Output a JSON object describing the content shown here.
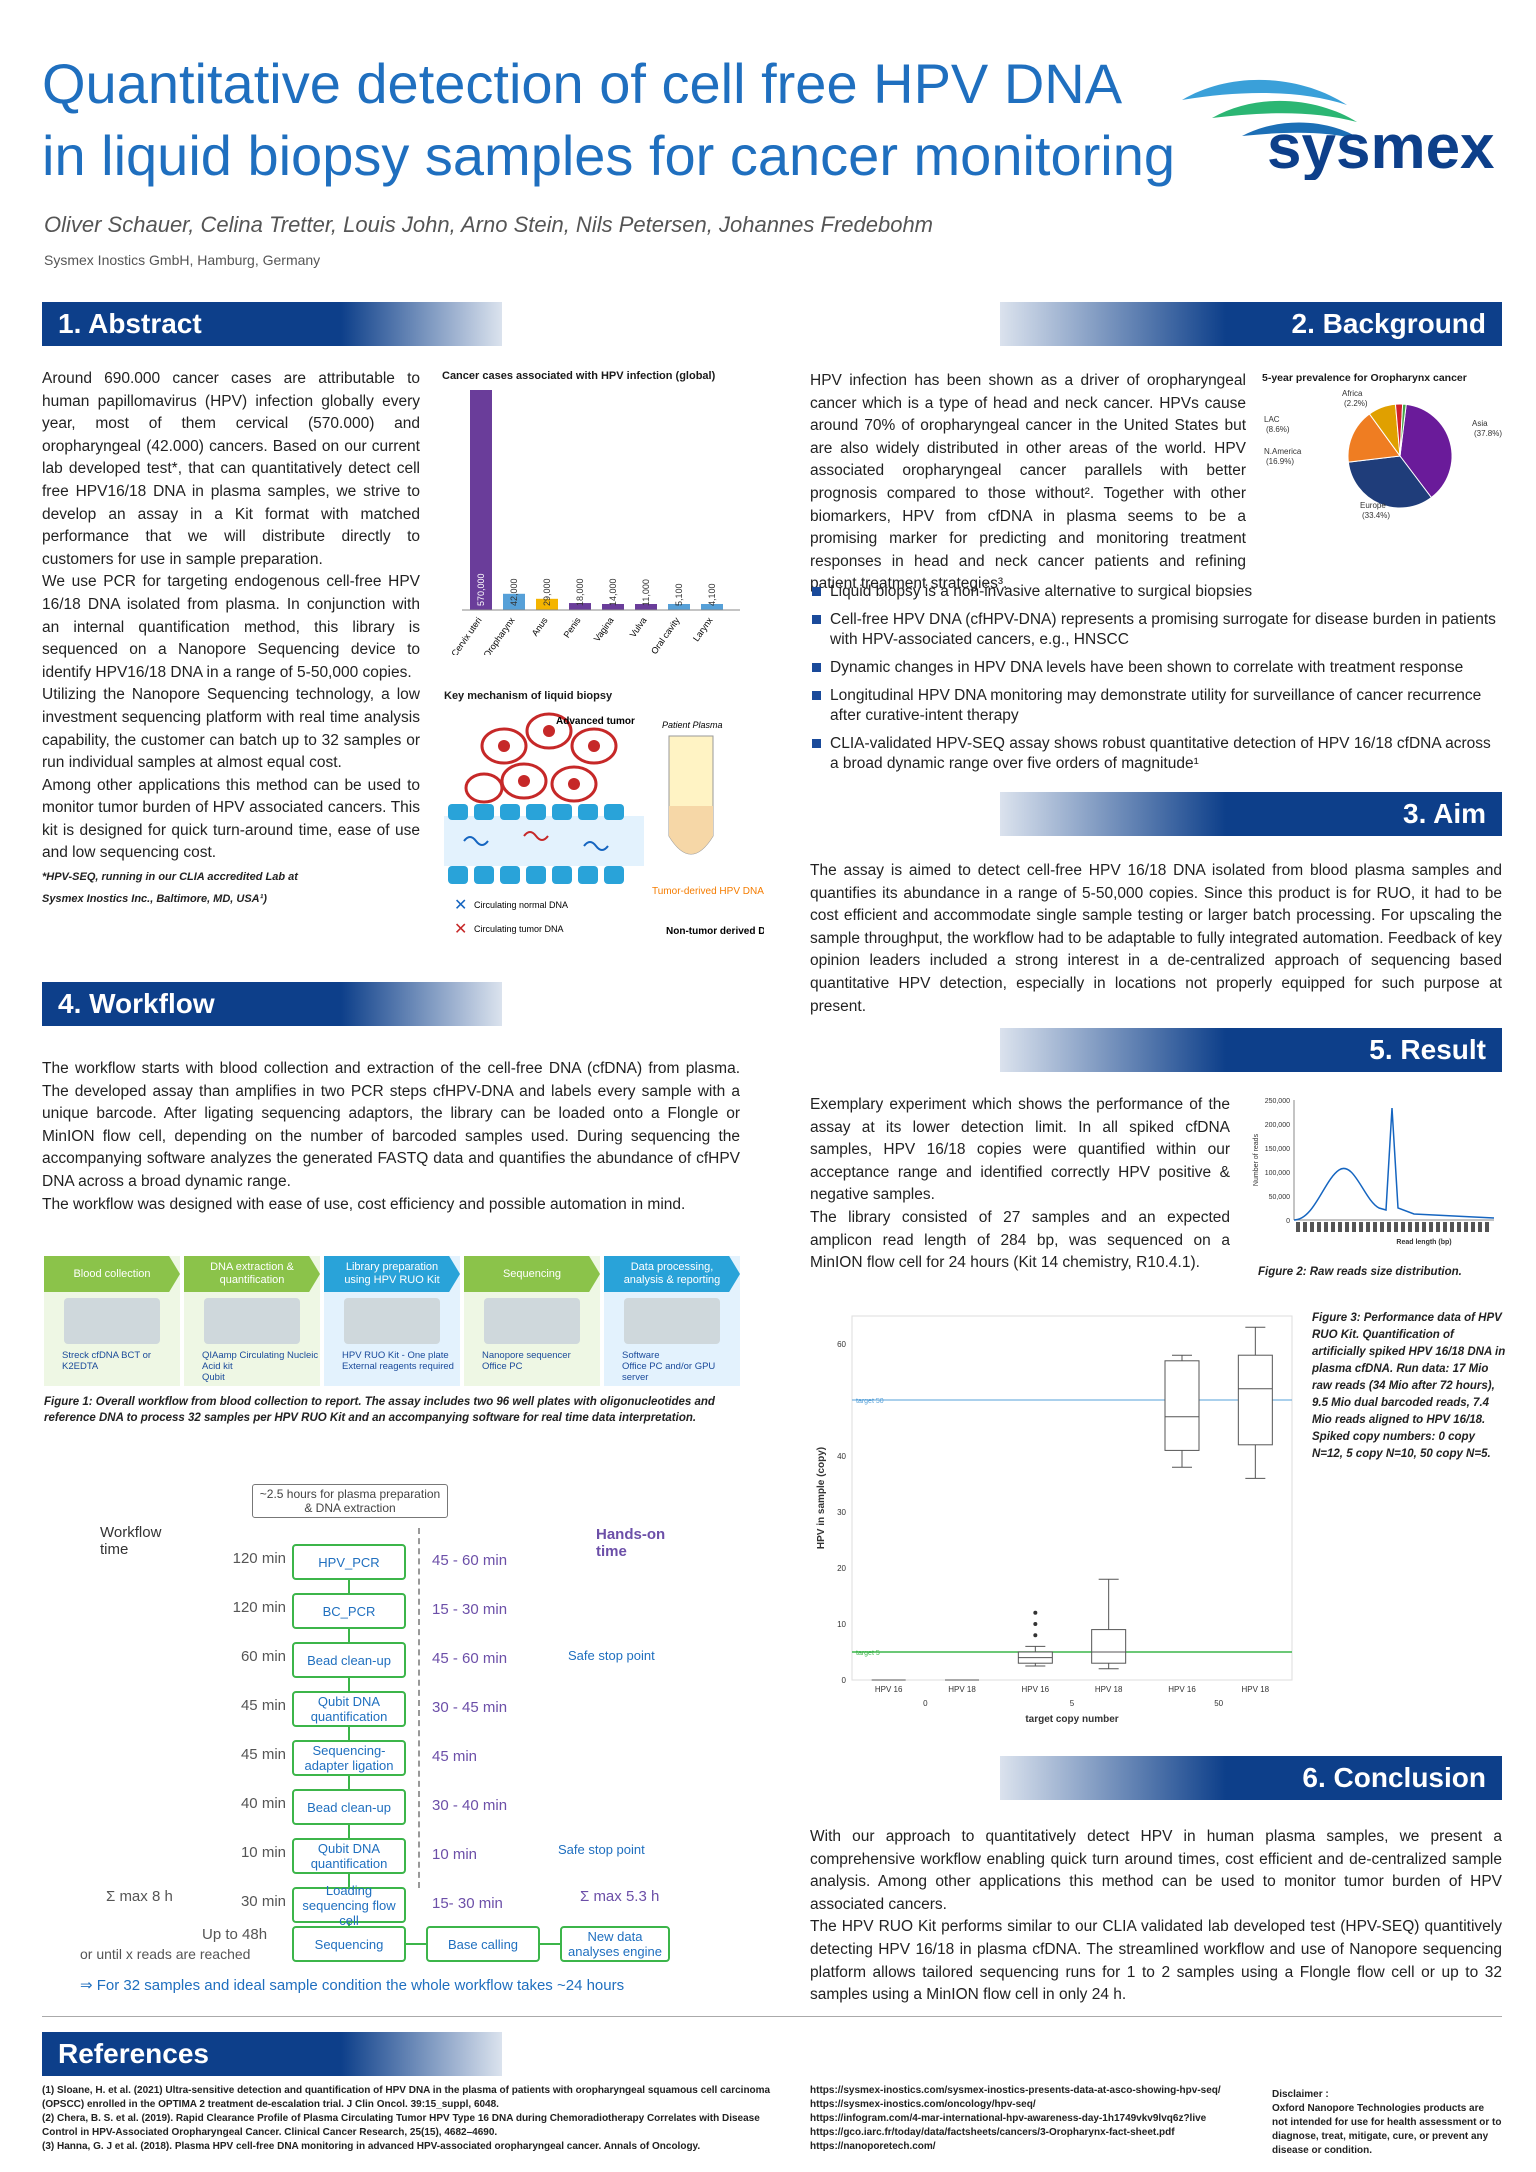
{
  "title_line1": "Quantitative detection of cell free HPV DNA",
  "title_line2": "in liquid biopsy samples for cancer monitoring",
  "authors": "Oliver Schauer, Celina Tretter, Louis John, Arno Stein, Nils Petersen, Johannes Fredebohm",
  "affiliation": "Sysmex Inostics GmbH, Hamburg, Germany",
  "logo": "sysmex",
  "sections": {
    "abstract": "1. Abstract",
    "background": "2. Background",
    "aim": "3. Aim",
    "workflow": "4. Workflow",
    "result": "5. Result",
    "conclusion": "6. Conclusion",
    "references": "References"
  },
  "abstract": {
    "p1": "Around 690.000 cancer cases are attributable to human papillomavirus (HPV) infection globally every year, most of them cervical (570.000) and oropharyngeal (42.000) cancers. Based on our current lab developed test*, that can quantitatively detect cell free HPV16/18 DNA in plasma samples, we strive to develop an assay in a Kit format with matched performance that we will distribute directly to customers for use in sample preparation.",
    "p2": "We use PCR for targeting endogenous cell-free HPV 16/18 DNA isolated from plasma. In conjunction with an internal quantification method, this library is sequenced on a Nanopore Sequencing device to identify HPV16/18 DNA in a range of 5-50,000 copies.",
    "p3": "Utilizing the Nanopore Sequencing technology, a low investment sequencing platform with real time analysis capability, the customer can batch up to 32 samples or run individual samples at almost equal cost.",
    "p4": "Among other applications this method can be used to monitor tumor burden of HPV associated cancers. This kit is designed for quick turn-around time, ease of use and low sequencing cost.",
    "note1": "*HPV-SEQ, running in our CLIA accredited Lab at",
    "note2": "Sysmex Inostics Inc., Baltimore, MD, USA¹)"
  },
  "mechanism": {
    "title": "Key mechanism of liquid biopsy",
    "advanced": "Advanced tumor",
    "plasma": "Patient Plasma",
    "tumor_derived": "Tumor-derived HPV DNA",
    "non_tumor": "Non-tumor derived DNA",
    "leg_normal": "Circulating normal DNA",
    "leg_tumor": "Circulating tumor DNA"
  },
  "background": {
    "p1": "HPV infection has been shown as a driver of oropharyngeal cancer which is a type of head and neck cancer. HPVs cause around 70% of oropharyngeal cancer in the United States but are also widely distributed in other areas of the world. HPV associated oropharyngeal cancer parallels with better prognosis compared to those without². Together with other biomarkers, HPV from cfDNA in plasma seems to be a promising marker for predicting and monitoring treatment responses in head and neck cancer patients and refining patient treatment strategies³.",
    "bullets": [
      "Liquid biopsy is a non-invasive alternative to surgical biopsies",
      "Cell-free HPV DNA (cfHPV-DNA) represents a promising surrogate for disease burden in patients with HPV-associated cancers, e.g., HNSCC",
      "Dynamic changes in HPV DNA levels have been shown to correlate with treatment response",
      "Longitudinal HPV DNA monitoring may demonstrate utility for surveillance of cancer recurrence after curative-intent therapy",
      "CLIA-validated HPV-SEQ assay shows robust quantitative detection of HPV 16/18 cfDNA across a broad dynamic range over five orders of magnitude¹"
    ]
  },
  "aim": {
    "text": "The assay is aimed to detect cell-free HPV 16/18 DNA isolated from blood plasma samples and quantifies its abundance in a range of 5-50,000 copies. Since this product is for RUO, it had to be cost efficient and accommodate single sample testing or larger batch processing. For upscaling the sample throughput, the workflow had to be adaptable to fully integrated automation. Feedback of key opinion leaders included a strong interest in a de-centralized approach of sequencing based quantitative HPV detection, especially in locations not properly equipped for such purpose at present."
  },
  "workflow": {
    "p1": "The workflow starts with blood collection and extraction of the cell-free DNA (cfDNA) from plasma. The developed assay than amplifies in two PCR steps cfHPV-DNA and labels every sample with a unique barcode. After ligating sequencing adaptors, the library can be loaded onto a Flongle or MinION flow cell, depending on the number of barcoded samples used. During sequencing the accompanying software analyzes the generated FASTQ data and quantifies the abundance of cfHPV DNA across a broad dynamic range.",
    "p2": "The workflow was designed with ease of use, cost efficiency and possible automation in mind.",
    "steps": [
      {
        "title": "Blood collection",
        "items": [
          "Streck cfDNA BCT or K2EDTA"
        ]
      },
      {
        "title": "DNA extraction & quantification",
        "items": [
          "QIAamp Circulating Nucleic Acid kit",
          "Qubit"
        ]
      },
      {
        "title": "Library preparation using HPV RUO Kit",
        "items": [
          "HPV RUO Kit - One plate",
          "External reagents required"
        ]
      },
      {
        "title": "Sequencing",
        "items": [
          "Nanopore sequencer",
          "Office PC"
        ]
      },
      {
        "title": "Data processing, analysis & reporting",
        "items": [
          "Software",
          "Office PC and/or GPU server"
        ]
      }
    ],
    "fig1": "Figure 1:  Overall workflow from blood collection to report. The assay includes two 96 well plates with oligonucleotides and reference DNA to process 32 samples per HPV RUO Kit and an accompanying software for  real time data interpretation.",
    "plasma_note": "~2.5 hours for plasma preparation & DNA extraction",
    "wf_time": "Workflow time",
    "hands_on": "Hands-on time",
    "rows": [
      {
        "time": "120 min",
        "box": "HPV_PCR",
        "hands": "45 - 60 min"
      },
      {
        "time": "120 min",
        "box": "BC_PCR",
        "hands": "15 - 30 min"
      },
      {
        "time": "60 min",
        "box": "Bead clean-up",
        "hands": "45 - 60 min"
      },
      {
        "time": "45 min",
        "box": "Qubit DNA quantification",
        "hands": "30 - 45 min"
      },
      {
        "time": "45 min",
        "box": "Sequencing-adapter ligation",
        "hands": "45 min"
      },
      {
        "time": "40 min",
        "box": "Bead clean-up",
        "hands": "30 - 40 min"
      },
      {
        "time": "10 min",
        "box": "Qubit DNA quantification",
        "hands": "10 min"
      },
      {
        "time": "30 min",
        "box": "Loading sequencing flow cell",
        "hands": "15- 30 min"
      }
    ],
    "safe1": "Safe stop point",
    "safe2": "Safe stop point",
    "sum_max": "Σ max 8 h",
    "sum_hands": "Σ max 5.3 h",
    "upto": "Up to 48h",
    "until": "or until x reads are reached",
    "seq": "Sequencing",
    "basecall": "Base calling",
    "newdata": "New data analyses engine",
    "footnote": "⇒  For 32 samples and ideal sample condition the whole workflow takes ~24 hours"
  },
  "result": {
    "p1": "Exemplary experiment which shows the performance of the assay at its lower detection limit. In all spiked cfDNA samples, HPV 16/18 copies were quantified within our acceptance range and identified correctly HPV positive & negative samples.",
    "p2": "The library consisted of 27 samples and an expected amplicon read length of 284 bp, was sequenced on a MinION flow cell for 24 hours (Kit 14 chemistry, R10.4.1).",
    "fig2": "Figure 2:  Raw reads size distribution.",
    "fig3": "Figure 3: Performance data of HPV RUO Kit. Quantification of artificially spiked HPV 16/18 DNA in plasma cfDNA. Run data: 17 Mio raw reads (34 Mio after 72 hours), 9.5 Mio dual barcoded reads, 7.4 Mio reads aligned to HPV 16/18. Spiked copy numbers: 0 copy N=12, 5 copy N=10, 50 copy N=5."
  },
  "conclusion": {
    "p1": "With our approach to quantitatively detect HPV in human plasma samples, we present a comprehensive workflow enabling quick turn around times, cost efficient and de-centralized sample analysis. Among other applications this method can be used to monitor tumor burden of HPV associated cancers.",
    "p2": "The HPV RUO Kit performs similar to our CLIA validated lab developed test (HPV-SEQ) quantitively detecting HPV 16/18 in plasma cfDNA. The streamlined workflow and use of Nanopore sequencing platform allows tailored sequencing runs for 1 to 2 samples using a Flongle flow cell or up to 32 samples using a MinION flow cell in only 24 h."
  },
  "references": {
    "r1": "(1) Sloane, H. et al. (2021) Ultra-sensitive detection and quantification of HPV DNA in the plasma of patients with oropharyngeal squamous cell carcinoma (OPSCC) enrolled in the OPTIMA 2 treatment de-escalation trial. J Clin Oncol. 39:15_suppl, 6048.",
    "r2": "(2) Chera, B. S. et al. (2019). Rapid Clearance Profile of Plasma Circulating Tumor HPV Type 16 DNA during Chemoradiotherapy Correlates with Disease Control in HPV-Associated Oropharyngeal Cancer. Clinical Cancer Research, 25(15), 4682–4690.",
    "r3": "(3) Hanna, G. J et al. (2018). Plasma HPV cell-free DNA monitoring in advanced HPV-associated oropharyngeal cancer. Annals of Oncology.",
    "links": [
      "https://sysmex-inostics.com/sysmex-inostics-presents-data-at-asco-showing-hpv-seq/",
      "https://sysmex-inostics.com/oncology/hpv-seq/",
      "https://infogram.com/4-mar-international-hpv-awareness-day-1h1749vkv9lvq6z?live",
      "https://gco.iarc.fr/today/data/factsheets/cancers/3-Oropharynx-fact-sheet.pdf",
      "https://nanoporetech.com/"
    ],
    "disclaimer_title": "Disclaimer :",
    "disclaimer": "Oxford Nanopore Technologies products are not intended for use for health assessment or to diagnose, treat, mitigate, cure, or prevent any disease or condition."
  },
  "chart_data": [
    {
      "type": "bar",
      "title": "Cancer cases associated with HPV infection (global)",
      "categories": [
        "Cervix uteri",
        "Oropharynx",
        "Anus",
        "Penis",
        "Vagina",
        "Vulva",
        "Oral cavity",
        "Larynx"
      ],
      "values": [
        570000,
        42000,
        29000,
        18000,
        14000,
        11000,
        5100,
        4100
      ],
      "labels": [
        "570,000",
        "42,000",
        "29,000",
        "18,000",
        "14,000",
        "11,000",
        "5,100",
        "4,100"
      ],
      "colors": [
        "#6a3d9a",
        "#56a0d8",
        "#f4b400",
        "#6a3d9a",
        "#6a3d9a",
        "#6a3d9a",
        "#56a0d8",
        "#56a0d8"
      ]
    },
    {
      "type": "pie",
      "title": "5-year prevalence for Oropharynx cancer",
      "slices": [
        {
          "label": "Asia",
          "pct": "(37.8%)",
          "value": 37.8,
          "color": "#6a1b9a"
        },
        {
          "label": "Europe",
          "pct": "(33.4%)",
          "value": 33.4,
          "color": "#1f3d7a"
        },
        {
          "label": "N.America",
          "pct": "(16.9%)",
          "value": 16.9,
          "color": "#ef7d22"
        },
        {
          "label": "LAC",
          "pct": "(8.6%)",
          "value": 8.6,
          "color": "#e0a000"
        },
        {
          "label": "Africa",
          "pct": "(2.2%)",
          "value": 2.2,
          "color": "#d0202a"
        },
        {
          "label": "",
          "pct": "",
          "value": 1.1,
          "color": "#44a347"
        }
      ]
    },
    {
      "type": "line",
      "ylabel": "Number of reads",
      "xlabel": "Read length (bp)",
      "yticks": [
        "250,000",
        "200,000",
        "150,000",
        "100,000",
        "50,000",
        "0"
      ]
    },
    {
      "type": "box",
      "ylabel": "HPV in sample (copy)",
      "xlabel": "target copy number",
      "yticks": [
        0,
        10,
        20,
        30,
        40,
        60
      ],
      "ylim": [
        0,
        65
      ],
      "target_high": "target 50",
      "target_low": "target 5",
      "group_labels": [
        "0",
        "5",
        "50"
      ],
      "categories": [
        "HPV 16",
        "HPV 18",
        "HPV 16",
        "HPV 18",
        "HPV 16",
        "HPV 18"
      ],
      "boxes": [
        {
          "min": 0,
          "q1": 0,
          "med": 0,
          "q3": 0,
          "max": 0
        },
        {
          "min": 0,
          "q1": 0,
          "med": 0,
          "q3": 0,
          "max": 0
        },
        {
          "min": 2.5,
          "q1": 3,
          "med": 4,
          "q3": 5,
          "max": 6,
          "outliers": [
            8,
            10,
            12
          ]
        },
        {
          "min": 2,
          "q1": 3,
          "med": 5,
          "q3": 9,
          "max": 18
        },
        {
          "min": 38,
          "q1": 41,
          "med": 47,
          "q3": 57,
          "max": 58
        },
        {
          "min": 36,
          "q1": 42,
          "med": 52,
          "q3": 58,
          "max": 63
        }
      ]
    }
  ]
}
